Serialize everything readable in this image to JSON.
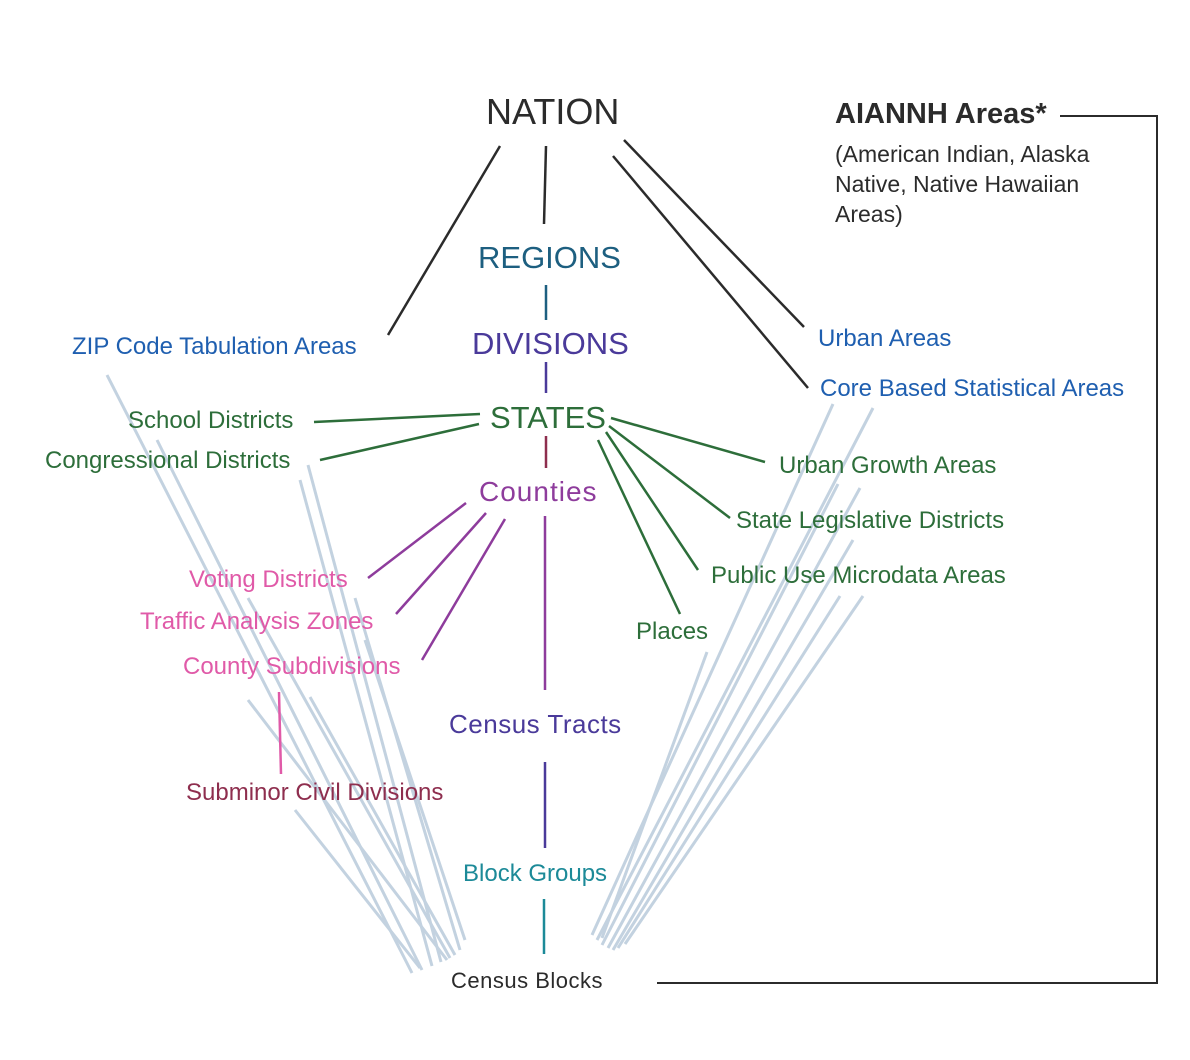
{
  "colors": {
    "black": "#2b2b2b",
    "blue": "#1f5fb0",
    "teal": "#1d5f80",
    "indigo": "#4a3a9a",
    "green": "#2d6e3a",
    "purple": "#8e3c9c",
    "pink": "#e05aa8",
    "maroon": "#8e2e4e",
    "cyan": "#1c8a98",
    "lightblue": "#c3d2e0"
  },
  "nodes": {
    "nation": "NATION",
    "regions": "REGIONS",
    "divisions": "DIVISIONS",
    "states": "STATES",
    "counties": "Counties",
    "census_tracts": "Census Tracts",
    "block_groups": "Block Groups",
    "census_blocks": "Census Blocks",
    "zcta": "ZIP Code Tabulation Areas",
    "school_districts": "School Districts",
    "congressional_districts": "Congressional Districts",
    "voting_districts": "Voting Districts",
    "traffic_analysis_zones": "Traffic Analysis Zones",
    "county_subdivisions": "County Subdivisions",
    "subminor_civil_divisions": "Subminor Civil Divisions",
    "urban_areas": "Urban Areas",
    "cbsa": "Core Based Statistical Areas",
    "urban_growth_areas": "Urban Growth Areas",
    "state_legislative_districts": "State Legislative Districts",
    "puma": "Public Use Microdata Areas",
    "places": "Places",
    "aiannh_title": "AIANNH Areas*",
    "aiannh_subtitle": "(American Indian, Alaska Native, Native Hawaiian Areas)"
  }
}
